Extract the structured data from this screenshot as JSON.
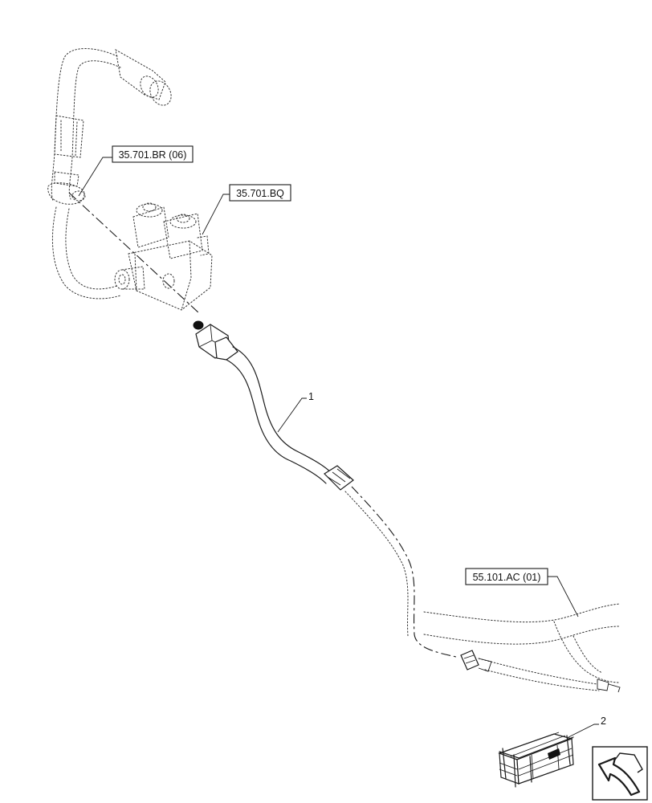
{
  "references": [
    {
      "id": "ref-35-701-br",
      "text": "35.701.BR (06)"
    },
    {
      "id": "ref-35-701-bq",
      "text": "35.701.BQ"
    },
    {
      "id": "ref-55-101-ac",
      "text": "55.101.AC (01)"
    }
  ],
  "callouts": {
    "item1": "1",
    "item2": "2"
  },
  "icons": {
    "kit_box": "wooden-crate-icon",
    "navigation": "next-page-arrow-icon"
  }
}
